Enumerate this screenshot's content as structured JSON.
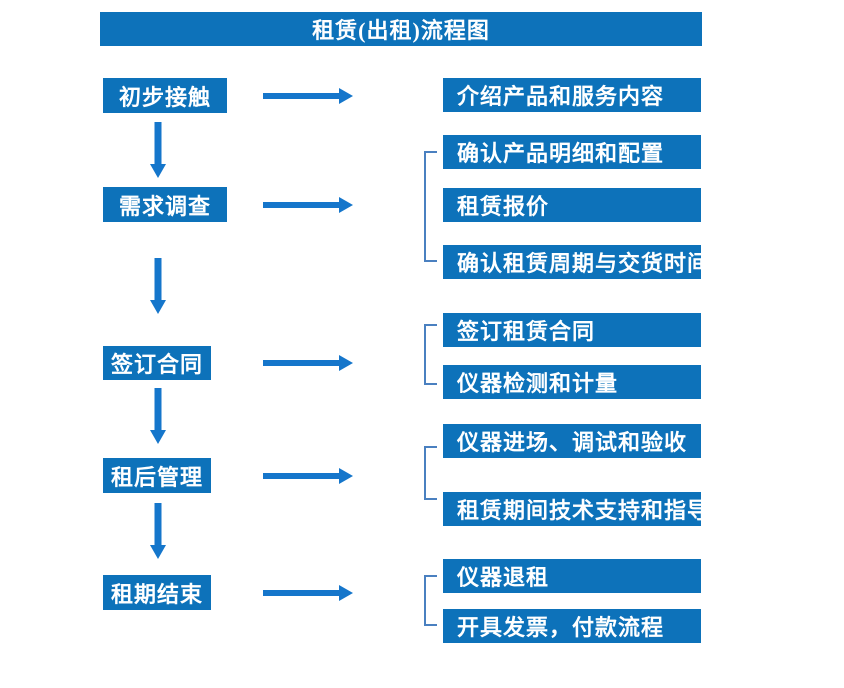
{
  "title": "租赁(出租)流程图",
  "colors": {
    "box_blue": "#0d72ba",
    "arrow_blue": "#1576cb",
    "bracket_blue": "#4a80c0",
    "box_text": "#ffffff",
    "background": "#ffffff"
  },
  "steps": [
    {
      "label": "初步接触",
      "details": [
        "介绍产品和服务内容"
      ]
    },
    {
      "label": "需求调查",
      "details": [
        "确认产品明细和配置",
        "租赁报价",
        "确认租赁周期与交货时间"
      ]
    },
    {
      "label": "签订合同",
      "details": [
        "签订租赁合同",
        "仪器检测和计量"
      ]
    },
    {
      "label": "租后管理",
      "details": [
        "仪器进场、调试和验收",
        "租赁期间技术支持和指导"
      ]
    },
    {
      "label": "租期结束",
      "details": [
        "仪器退租",
        "开具发票，付款流程"
      ]
    }
  ]
}
